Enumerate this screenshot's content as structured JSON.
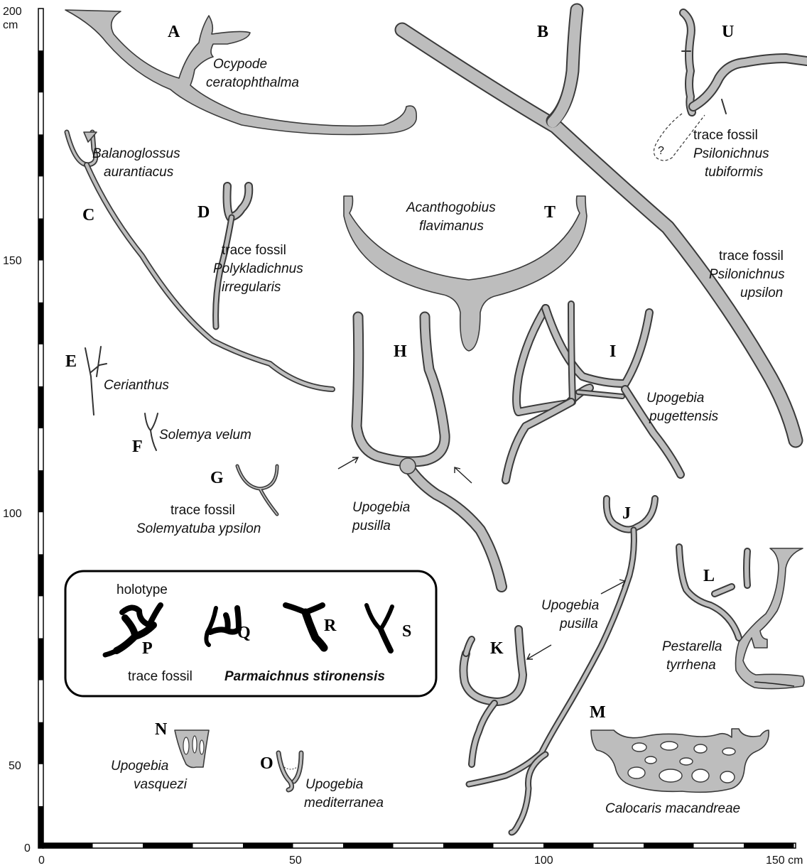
{
  "axes": {
    "y_ticks": [
      "200",
      "cm",
      "150",
      "100",
      "50",
      "0"
    ],
    "x_ticks": [
      "0",
      "50",
      "100",
      "150 cm"
    ]
  },
  "specimens": {
    "A": {
      "letter": "A",
      "name1": "Ocypode",
      "name2": "ceratophthalma"
    },
    "B": {
      "letter": "B"
    },
    "C": {
      "letter": "C",
      "name1": "Balanoglossus",
      "name2": "aurantiacus"
    },
    "D": {
      "letter": "D",
      "pre": "trace fossil",
      "name1": "Polykladichnus",
      "name2": "irregularis"
    },
    "E": {
      "letter": "E",
      "name1": "Cerianthus"
    },
    "F": {
      "letter": "F",
      "name1": "Solemya  velum"
    },
    "G": {
      "letter": "G",
      "pre": "trace  fossil",
      "name1": "Solemyatuba  ypsilon"
    },
    "H": {
      "letter": "H",
      "name1": "Upogebia",
      "name2": "pusilla"
    },
    "I": {
      "letter": "I",
      "name1": "Upogebia",
      "name2": "pugettensis"
    },
    "J": {
      "letter": "J"
    },
    "K": {
      "letter": "K",
      "name1": "Upogebia",
      "name2": "pusilla"
    },
    "L": {
      "letter": "L",
      "name1": "Pestarella",
      "name2": "tyrrhena"
    },
    "M": {
      "letter": "M",
      "name1": "Calocaris  macandreae"
    },
    "N": {
      "letter": "N",
      "name1": "Upogebia",
      "name2": "vasquezi"
    },
    "O": {
      "letter": "O",
      "name1": "Upogebia",
      "name2": "mediterranea"
    },
    "T": {
      "letter": "T",
      "name1": "Acanthogobius",
      "name2": "flavimanus"
    },
    "U": {
      "letter": "U",
      "pre": "trace fossil",
      "name1": "Psilonichnus",
      "name2": "tubiformis",
      "mark": "?"
    },
    "B_text": {
      "pre": "trace fossil",
      "name1": "Psilonichnus",
      "name2": "upsilon"
    }
  },
  "inset": {
    "holotype": "holotype",
    "P": "P",
    "Q": "Q",
    "R": "R",
    "S": "S",
    "caption_pre": "trace fossil",
    "caption_name": "Parmaichnus stironensis"
  },
  "colors": {
    "burrow_fill": "#bdbdbd",
    "outline": "#3a3a3a",
    "parmaichnus": "#000000"
  }
}
